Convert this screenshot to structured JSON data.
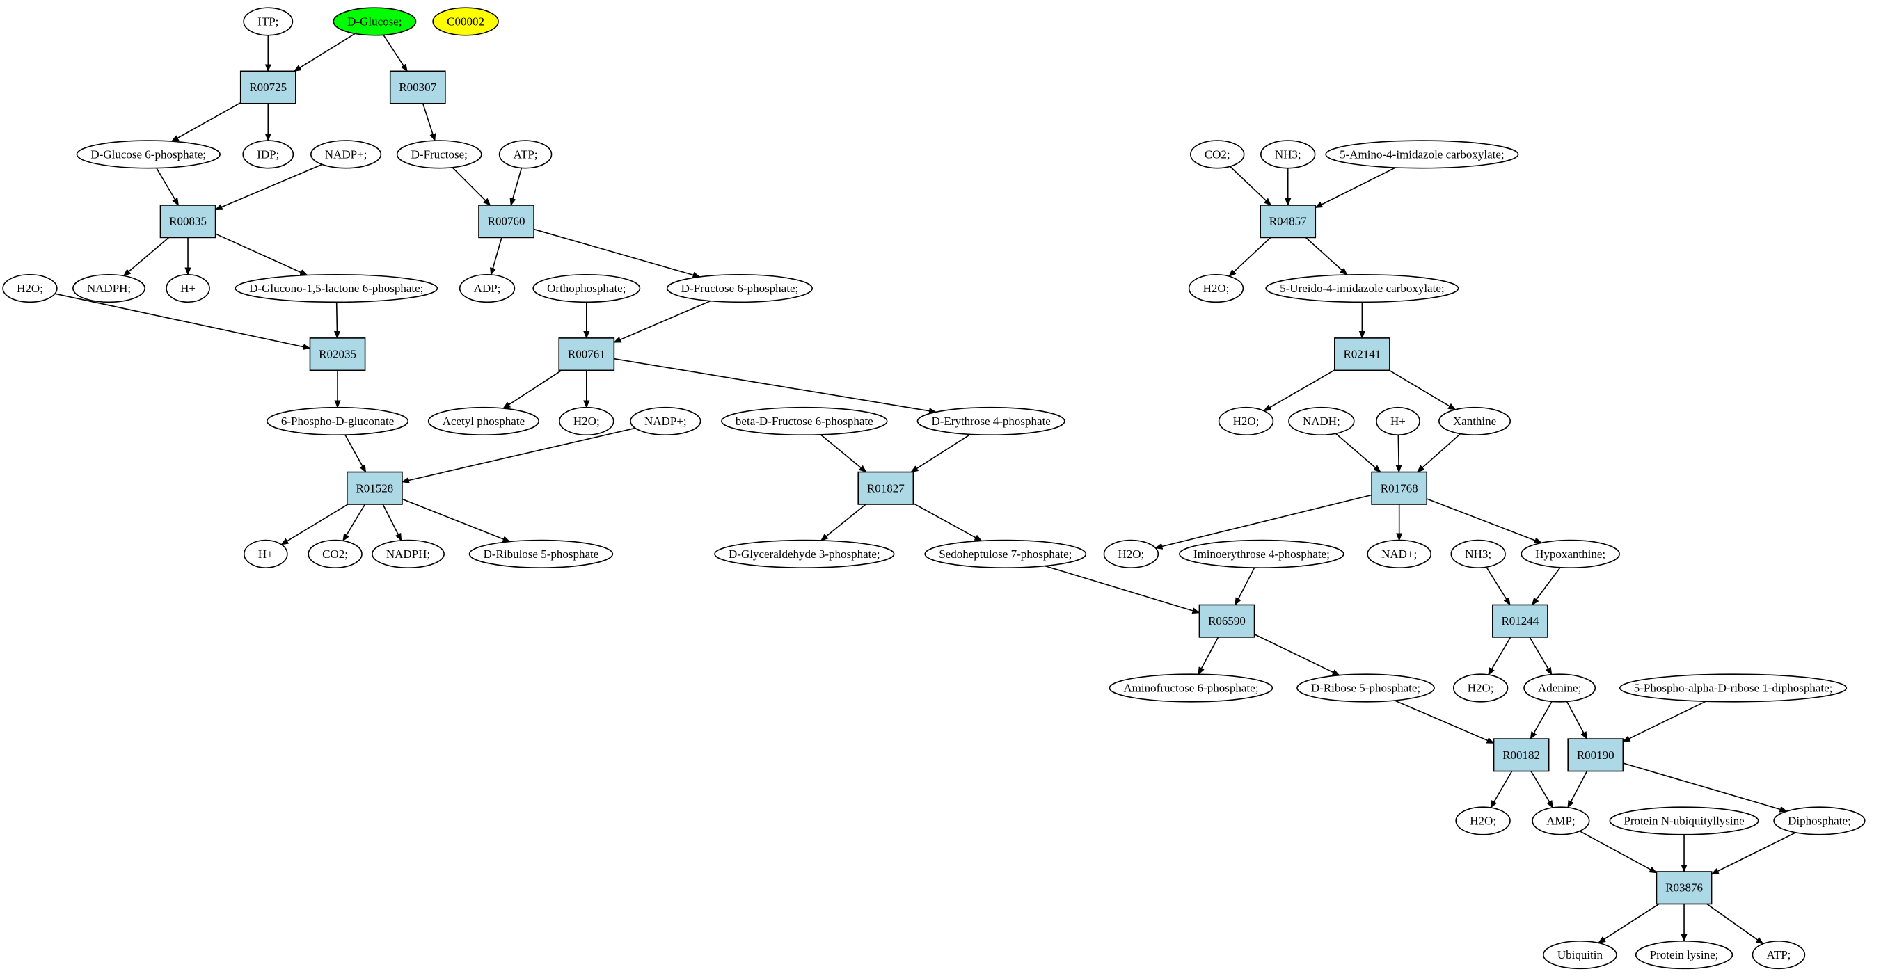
{
  "colors": {
    "reaction_fill": "#add8e6",
    "compound_fill": "#ffffff",
    "highlight_green": "#00ff00",
    "highlight_yellow": "#ffff00",
    "stroke": "#000000"
  },
  "nodes": {
    "itp": {
      "label": "ITP;",
      "kind": "compound"
    },
    "dglucose": {
      "label": "D-Glucose;",
      "kind": "compound",
      "fill": "#00ff00"
    },
    "c00002": {
      "label": "C00002",
      "kind": "compound",
      "fill": "#ffff00"
    },
    "r00725": {
      "label": "R00725",
      "kind": "reaction"
    },
    "r00307": {
      "label": "R00307",
      "kind": "reaction"
    },
    "dg6p": {
      "label": "D-Glucose 6-phosphate;",
      "kind": "compound"
    },
    "idp": {
      "label": "IDP;",
      "kind": "compound"
    },
    "nadp1": {
      "label": "NADP+;",
      "kind": "compound"
    },
    "dfructose": {
      "label": "D-Fructose;",
      "kind": "compound"
    },
    "atp1": {
      "label": "ATP;",
      "kind": "compound"
    },
    "r00835": {
      "label": "R00835",
      "kind": "reaction"
    },
    "r00760": {
      "label": "R00760",
      "kind": "reaction"
    },
    "h2o_a": {
      "label": "H2O;",
      "kind": "compound"
    },
    "nadph1": {
      "label": "NADPH;",
      "kind": "compound"
    },
    "hplus1": {
      "label": "H+",
      "kind": "compound"
    },
    "dglucono": {
      "label": "D-Glucono-1,5-lactone 6-phosphate;",
      "kind": "compound"
    },
    "adp": {
      "label": "ADP;",
      "kind": "compound"
    },
    "orthophos": {
      "label": "Orthophosphate;",
      "kind": "compound"
    },
    "df6p": {
      "label": "D-Fructose 6-phosphate;",
      "kind": "compound"
    },
    "r02035": {
      "label": "R02035",
      "kind": "reaction"
    },
    "r00761": {
      "label": "R00761",
      "kind": "reaction"
    },
    "phosphogluconate": {
      "label": "6-Phospho-D-gluconate",
      "kind": "compound"
    },
    "acetylphos": {
      "label": "Acetyl phosphate",
      "kind": "compound"
    },
    "h2o_b": {
      "label": "H2O;",
      "kind": "compound"
    },
    "nadp2": {
      "label": "NADP+;",
      "kind": "compound"
    },
    "betadf6p": {
      "label": "beta-D-Fructose 6-phosphate",
      "kind": "compound"
    },
    "de4p": {
      "label": "D-Erythrose 4-phosphate",
      "kind": "compound"
    },
    "r01528": {
      "label": "R01528",
      "kind": "reaction"
    },
    "r01827": {
      "label": "R01827",
      "kind": "reaction"
    },
    "hplus2": {
      "label": "H+",
      "kind": "compound"
    },
    "co2_a": {
      "label": "CO2;",
      "kind": "compound"
    },
    "nadph2": {
      "label": "NADPH;",
      "kind": "compound"
    },
    "dribulose": {
      "label": "D-Ribulose 5-phosphate",
      "kind": "compound"
    },
    "dg3p": {
      "label": "D-Glyceraldehyde 3-phosphate;",
      "kind": "compound"
    },
    "sedo7p": {
      "label": "Sedoheptulose 7-phosphate;",
      "kind": "compound"
    },
    "co2_b": {
      "label": "CO2;",
      "kind": "compound"
    },
    "nh3_a": {
      "label": "NH3;",
      "kind": "compound"
    },
    "aica": {
      "label": "5-Amino-4-imidazole carboxylate;",
      "kind": "compound"
    },
    "r04857": {
      "label": "R04857",
      "kind": "reaction"
    },
    "h2o_c": {
      "label": "H2O;",
      "kind": "compound"
    },
    "ureido": {
      "label": "5-Ureido-4-imidazole carboxylate;",
      "kind": "compound"
    },
    "r02141": {
      "label": "R02141",
      "kind": "reaction"
    },
    "h2o_d": {
      "label": "H2O;",
      "kind": "compound"
    },
    "nadh": {
      "label": "NADH;",
      "kind": "compound"
    },
    "hplus3": {
      "label": "H+",
      "kind": "compound"
    },
    "xanthine": {
      "label": "Xanthine",
      "kind": "compound"
    },
    "r01768": {
      "label": "R01768",
      "kind": "reaction"
    },
    "h2o_e": {
      "label": "H2O;",
      "kind": "compound"
    },
    "imino": {
      "label": "Iminoerythrose 4-phosphate;",
      "kind": "compound"
    },
    "nadplus": {
      "label": "NAD+;",
      "kind": "compound"
    },
    "nh3_b": {
      "label": "NH3;",
      "kind": "compound"
    },
    "hypoxanthine": {
      "label": "Hypoxanthine;",
      "kind": "compound"
    },
    "r06590": {
      "label": "R06590",
      "kind": "reaction"
    },
    "r01244": {
      "label": "R01244",
      "kind": "reaction"
    },
    "aminofructose": {
      "label": "Aminofructose 6-phosphate;",
      "kind": "compound"
    },
    "dribose5p": {
      "label": "D-Ribose 5-phosphate;",
      "kind": "compound"
    },
    "h2o_f": {
      "label": "H2O;",
      "kind": "compound"
    },
    "adenine": {
      "label": "Adenine;",
      "kind": "compound"
    },
    "prpp": {
      "label": "5-Phospho-alpha-D-ribose 1-diphosphate;",
      "kind": "compound"
    },
    "r00182": {
      "label": "R00182",
      "kind": "reaction"
    },
    "r00190": {
      "label": "R00190",
      "kind": "reaction"
    },
    "h2o_g": {
      "label": "H2O;",
      "kind": "compound"
    },
    "amp": {
      "label": "AMP;",
      "kind": "compound"
    },
    "protubiq": {
      "label": "Protein N-ubiquityllysine",
      "kind": "compound"
    },
    "diphosphate": {
      "label": "Diphosphate;",
      "kind": "compound"
    },
    "r03876": {
      "label": "R03876",
      "kind": "reaction"
    },
    "ubiquitin": {
      "label": "Ubiquitin",
      "kind": "compound"
    },
    "protlysine": {
      "label": "Protein lysine;",
      "kind": "compound"
    },
    "atp2": {
      "label": "ATP;",
      "kind": "compound"
    }
  },
  "edges": [
    [
      "itp",
      "r00725"
    ],
    [
      "dglucose",
      "r00725"
    ],
    [
      "dglucose",
      "r00307"
    ],
    [
      "r00725",
      "dg6p"
    ],
    [
      "r00725",
      "idp"
    ],
    [
      "r00307",
      "dfructose"
    ],
    [
      "dg6p",
      "r00835"
    ],
    [
      "nadp1",
      "r00835"
    ],
    [
      "dfructose",
      "r00760"
    ],
    [
      "atp1",
      "r00760"
    ],
    [
      "r00835",
      "nadph1"
    ],
    [
      "r00835",
      "hplus1"
    ],
    [
      "r00835",
      "dglucono"
    ],
    [
      "r00760",
      "adp"
    ],
    [
      "r00760",
      "df6p"
    ],
    [
      "h2o_a",
      "r02035"
    ],
    [
      "dglucono",
      "r02035"
    ],
    [
      "r02035",
      "phosphogluconate"
    ],
    [
      "orthophos",
      "r00761"
    ],
    [
      "df6p",
      "r00761"
    ],
    [
      "r00761",
      "acetylphos"
    ],
    [
      "r00761",
      "h2o_b"
    ],
    [
      "r00761",
      "de4p"
    ],
    [
      "phosphogluconate",
      "r01528"
    ],
    [
      "nadp2",
      "r01528"
    ],
    [
      "r01528",
      "hplus2"
    ],
    [
      "r01528",
      "co2_a"
    ],
    [
      "r01528",
      "nadph2"
    ],
    [
      "r01528",
      "dribulose"
    ],
    [
      "betadf6p",
      "r01827"
    ],
    [
      "de4p",
      "r01827"
    ],
    [
      "r01827",
      "dg3p"
    ],
    [
      "r01827",
      "sedo7p"
    ],
    [
      "co2_b",
      "r04857"
    ],
    [
      "nh3_a",
      "r04857"
    ],
    [
      "aica",
      "r04857"
    ],
    [
      "r04857",
      "h2o_c"
    ],
    [
      "r04857",
      "ureido"
    ],
    [
      "ureido",
      "r02141"
    ],
    [
      "r02141",
      "h2o_d"
    ],
    [
      "r02141",
      "xanthine"
    ],
    [
      "nadh",
      "r01768"
    ],
    [
      "hplus3",
      "r01768"
    ],
    [
      "xanthine",
      "r01768"
    ],
    [
      "r01768",
      "h2o_e"
    ],
    [
      "r01768",
      "nadplus"
    ],
    [
      "r01768",
      "hypoxanthine"
    ],
    [
      "sedo7p",
      "r06590"
    ],
    [
      "imino",
      "r06590"
    ],
    [
      "r06590",
      "aminofructose"
    ],
    [
      "r06590",
      "dribose5p"
    ],
    [
      "nh3_b",
      "r01244"
    ],
    [
      "hypoxanthine",
      "r01244"
    ],
    [
      "r01244",
      "h2o_f"
    ],
    [
      "r01244",
      "adenine"
    ],
    [
      "dribose5p",
      "r00182"
    ],
    [
      "adenine",
      "r00182"
    ],
    [
      "adenine",
      "r00190"
    ],
    [
      "prpp",
      "r00190"
    ],
    [
      "r00182",
      "h2o_g"
    ],
    [
      "r00182",
      "amp"
    ],
    [
      "r00190",
      "amp"
    ],
    [
      "r00190",
      "diphosphate"
    ],
    [
      "amp",
      "r03876"
    ],
    [
      "protubiq",
      "r03876"
    ],
    [
      "diphosphate",
      "r03876"
    ],
    [
      "r03876",
      "ubiquitin"
    ],
    [
      "r03876",
      "protlysine"
    ],
    [
      "r03876",
      "atp2"
    ]
  ]
}
